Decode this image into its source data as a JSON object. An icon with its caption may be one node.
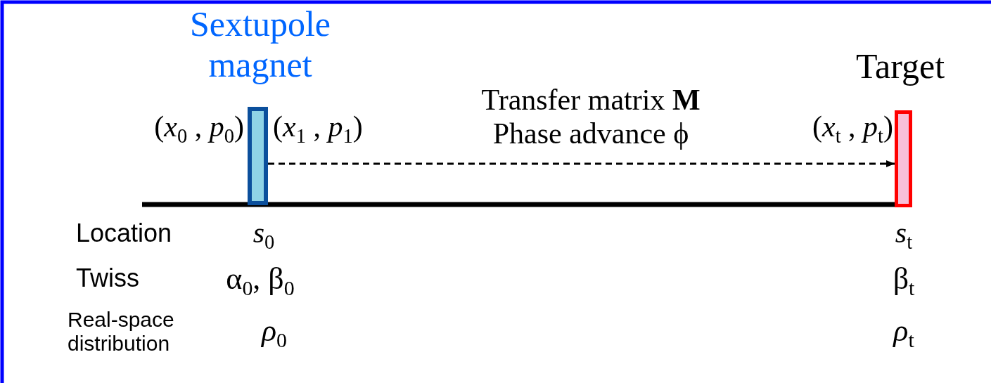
{
  "diagram": {
    "nodes": [
      {
        "text": [
          "Sextupole magnet"
        ],
        "beside": [
          "(*x*$_{0}$ , *p*$_{0}$)",
          "(*x*$_{1}$ , *p*$_{1}$)"
        ]
      },
      {
        "text": [
          "Target"
        ],
        "beside": [
          "(*x*$_{t}$ , *p*$_{t}$)"
        ]
      }
    ],
    "edges": [
      {
        "from": 0,
        "to": 1,
        "arrow": "to",
        "style": "dashed",
        "label": "Transfer matrix **M** Phase advance ϕ"
      }
    ],
    "labels": [
      "Location",
      "*s*$_{0}$",
      "*s*$_{t}$",
      "Twiss",
      "α$_{0}$, β$_{0}$",
      "β$_{t}$",
      "Real-space distribution",
      "*ρ*$_{0}$",
      "*ρ*$_{t}$"
    ]
  }
}
